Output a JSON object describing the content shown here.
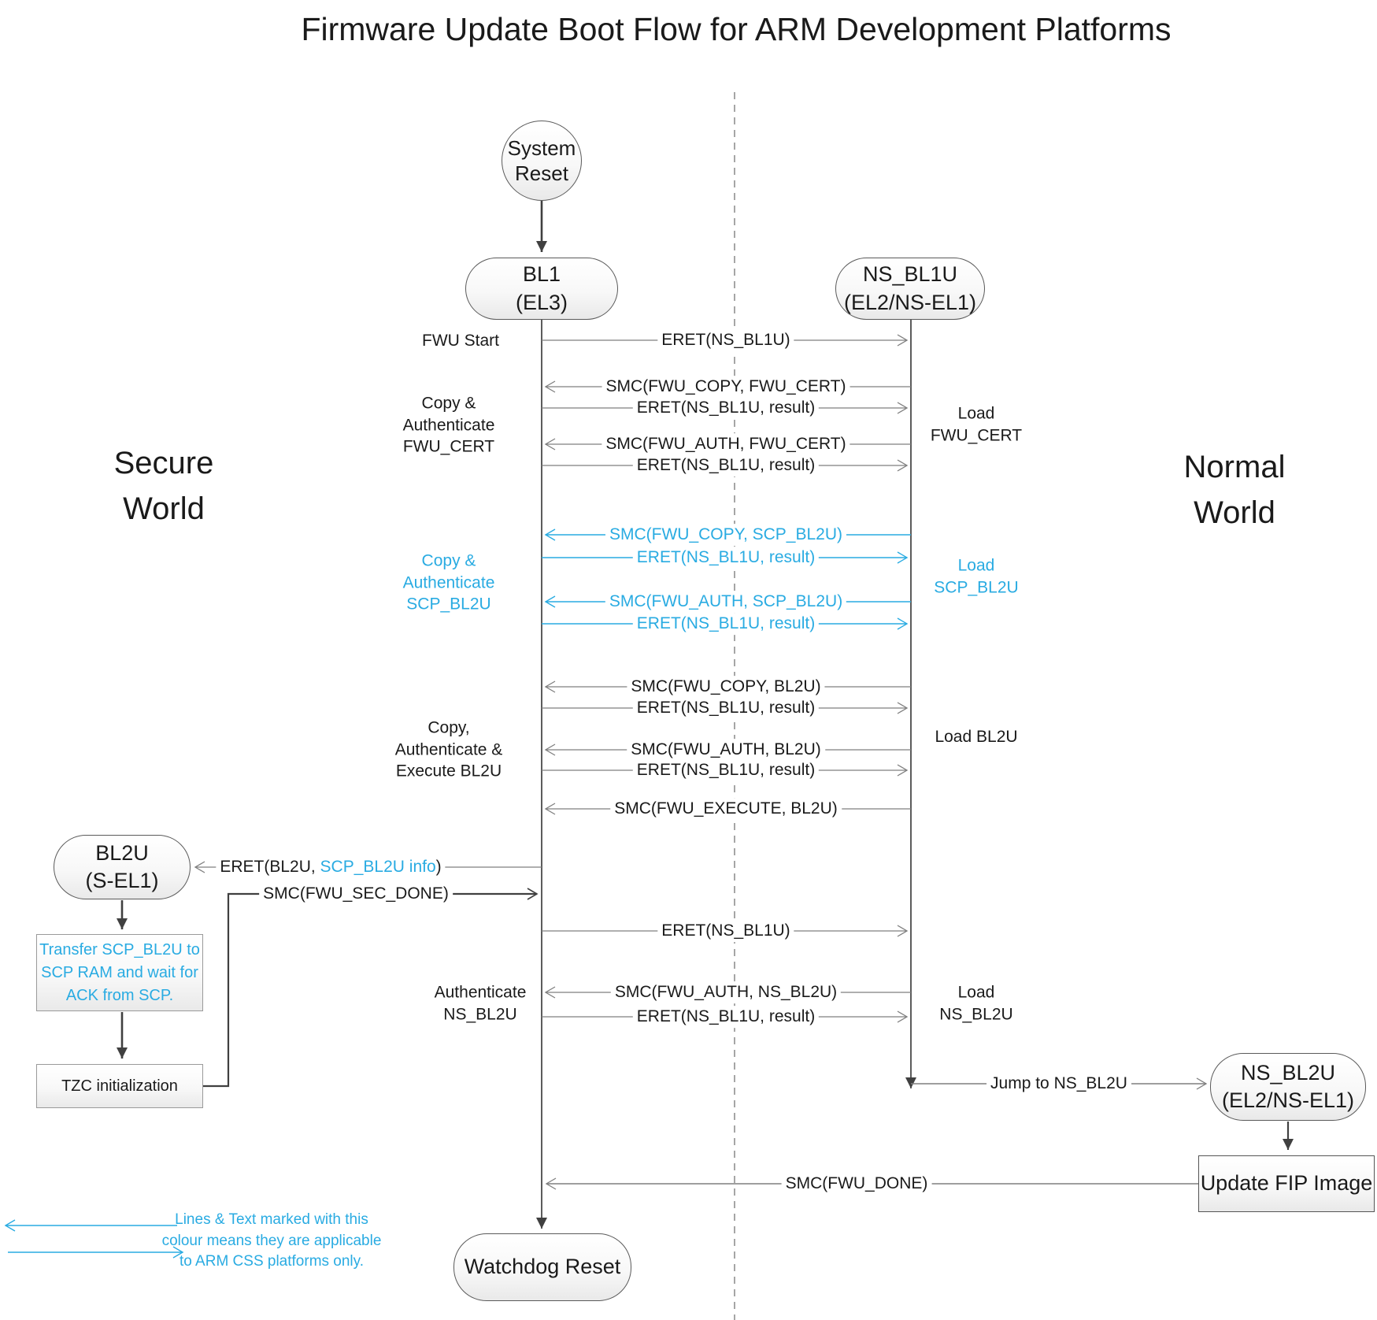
{
  "title": "Firmware Update Boot Flow for ARM Development Platforms",
  "worlds": {
    "secure": [
      "Secure",
      "World"
    ],
    "normal": [
      "Normal",
      "World"
    ]
  },
  "actors": {
    "system_reset": [
      "System",
      "Reset"
    ],
    "bl1": [
      "BL1",
      "(EL3)"
    ],
    "ns_bl1u": [
      "NS_BL1U",
      "(EL2/NS-EL1)"
    ],
    "bl2u": [
      "BL2U",
      "(S-EL1)"
    ],
    "ns_bl2u": [
      "NS_BL2U",
      "(EL2/NS-EL1)"
    ]
  },
  "process_boxes": {
    "transfer_scp": [
      "Transfer SCP_BL2U to",
      "SCP RAM and wait for",
      "ACK from SCP."
    ],
    "tzc": "TZC initialization",
    "update_fip": "Update FIP Image",
    "watchdog": "Watchdog Reset"
  },
  "stage_labels": {
    "fwu_start": "FWU Start",
    "copy_auth_fwu_cert": [
      "Copy &",
      "Authenticate",
      "FWU_CERT"
    ],
    "load_fwu_cert": [
      "Load",
      "FWU_CERT"
    ],
    "copy_auth_scp_bl2u": [
      "Copy &",
      "Authenticate",
      "SCP_BL2U"
    ],
    "load_scp_bl2u": [
      "Load",
      "SCP_BL2U"
    ],
    "copy_auth_exec_bl2u": [
      "Copy,",
      "Authenticate &",
      "Execute BL2U"
    ],
    "load_bl2u": "Load BL2U",
    "auth_ns_bl2u": [
      "Authenticate",
      "NS_BL2U"
    ],
    "load_ns_bl2u": [
      "Load",
      "NS_BL2U"
    ]
  },
  "messages": [
    "ERET(NS_BL1U)",
    "SMC(FWU_COPY, FWU_CERT)",
    "ERET(NS_BL1U, result)",
    "SMC(FWU_AUTH, FWU_CERT)",
    "ERET(NS_BL1U, result)",
    "SMC(FWU_COPY, SCP_BL2U)",
    "ERET(NS_BL1U, result)",
    "SMC(FWU_AUTH, SCP_BL2U)",
    "ERET(NS_BL1U, result)",
    "SMC(FWU_COPY, BL2U)",
    "ERET(NS_BL1U, result)",
    "SMC(FWU_AUTH, BL2U)",
    "ERET(NS_BL1U, result)",
    "SMC(FWU_EXECUTE, BL2U)",
    "SMC(FWU_SEC_DONE)",
    "ERET(NS_BL1U)",
    "SMC(FWU_AUTH, NS_BL2U)",
    "ERET(NS_BL1U, result)",
    "Jump to NS_BL2U",
    "SMC(FWU_DONE)"
  ],
  "eret_bl2u": {
    "pre": "ERET(BL2U, ",
    "highlight": "SCP_BL2U info",
    "post": ")"
  },
  "legend": [
    "Lines & Text marked with this",
    "colour means they are applicable",
    "to ARM CSS platforms only."
  ],
  "colors": {
    "accent": "#29abe2",
    "message_line": "#7f7f7f",
    "ink": "#1a1a1a"
  }
}
